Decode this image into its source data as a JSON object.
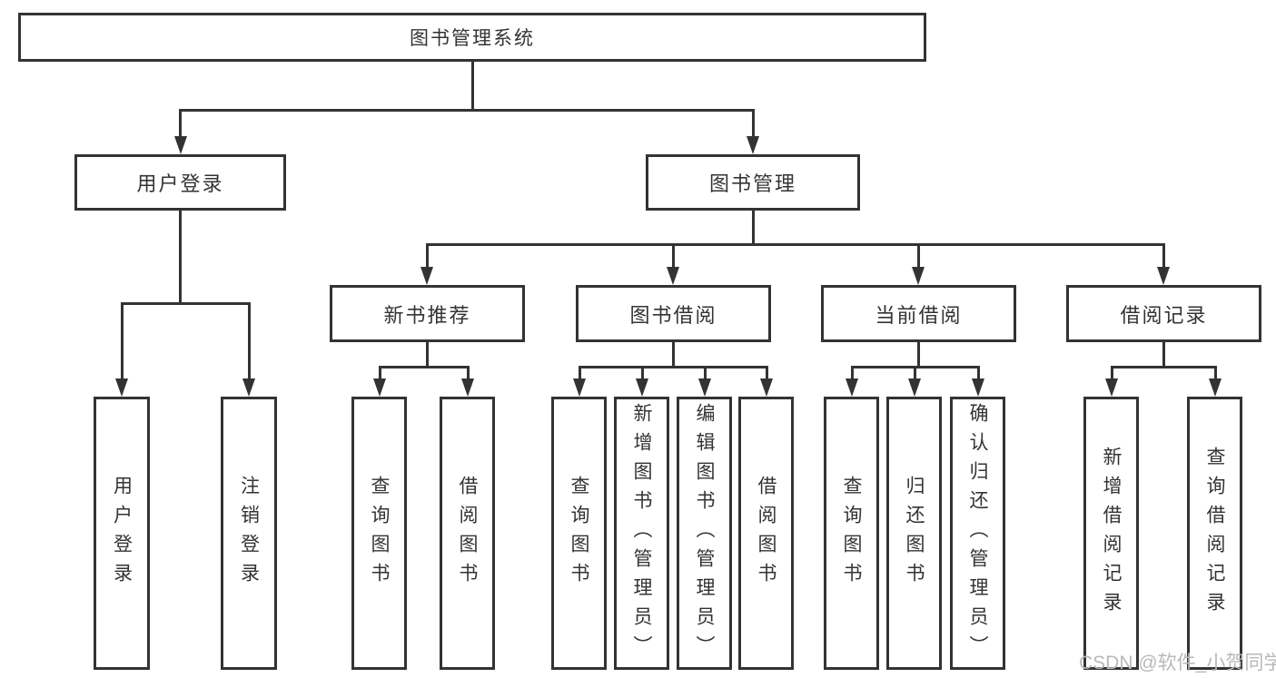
{
  "root": {
    "label": "图书管理系统"
  },
  "level2": [
    {
      "label": "用户登录"
    },
    {
      "label": "图书管理"
    }
  ],
  "level3": [
    {
      "label": "新书推荐"
    },
    {
      "label": "图书借阅"
    },
    {
      "label": "当前借阅"
    },
    {
      "label": "借阅记录"
    }
  ],
  "leaves": {
    "user_login": [
      {
        "label": "用户登录"
      },
      {
        "label": "注销登录"
      }
    ],
    "new_book": [
      {
        "label": "查询图书"
      },
      {
        "label": "借阅图书"
      }
    ],
    "borrow": [
      {
        "label": "查询图书"
      },
      {
        "label": "新增图书（管理员）"
      },
      {
        "label": "编辑图书（管理员）"
      },
      {
        "label": "借阅图书"
      }
    ],
    "current": [
      {
        "label": "查询图书"
      },
      {
        "label": "归还图书"
      },
      {
        "label": "确认归还（管理员）"
      }
    ],
    "records": [
      {
        "label": "新增借阅记录"
      },
      {
        "label": "查询借阅记录"
      }
    ]
  },
  "watermark": {
    "text": "CSDN @软件_小贺同学"
  },
  "colors": {
    "line": "#333333",
    "text": "#333333",
    "watermark": "#b9b9b9",
    "background": "#ffffff"
  }
}
